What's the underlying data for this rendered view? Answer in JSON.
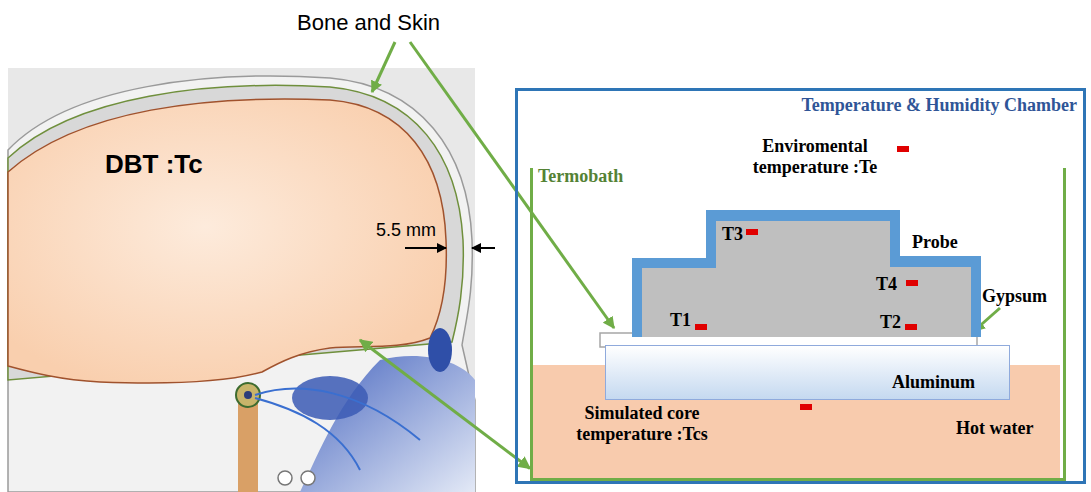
{
  "diagram": {
    "nodes": [
      {
        "text": [
          "Temperature & Humidity Chamber"
        ]
      },
      {
        "text": [
          "Termobath"
        ],
        "in": 0
      },
      {
        "text": [
          "Probe"
        ],
        "in": 1
      },
      {
        "text": [
          "Aluminum"
        ],
        "in": 1
      },
      {
        "text": [
          "Hot water"
        ],
        "in": 1
      },
      {
        "text": [
          "DBT :Tc"
        ]
      }
    ],
    "edges": [
      {
        "from": 5,
        "to": 1,
        "arrow": "both"
      }
    ],
    "labels": [
      "Bone and Skin",
      "5.5 mm",
      "Enviromental temperature :Te",
      "T3",
      "T4",
      "T1",
      "T2",
      "Gypsum",
      "Simulated core temperature :Tcs"
    ]
  }
}
